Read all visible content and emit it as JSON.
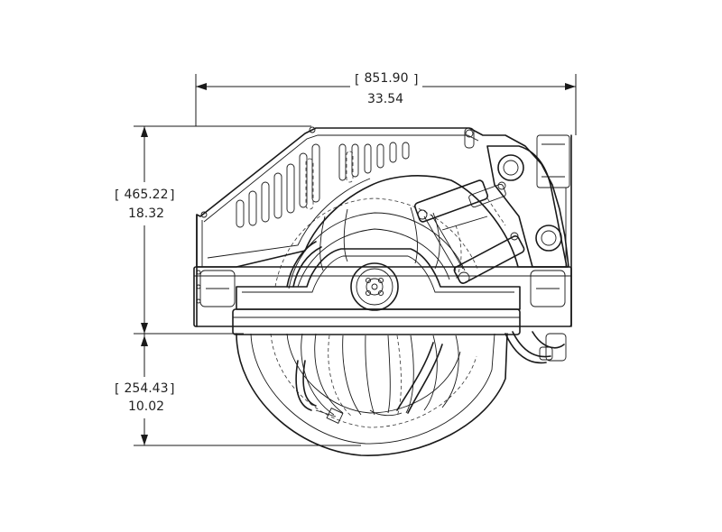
{
  "dimensions": {
    "width": {
      "metric": "851.90",
      "imperial": "33.54"
    },
    "upper_height": {
      "metric": "465.22",
      "imperial": "18.32"
    },
    "lower_height": {
      "metric": "254.43",
      "imperial": "10.02"
    }
  },
  "colors": {
    "line": "#1a1a1a",
    "background": "#ffffff"
  }
}
